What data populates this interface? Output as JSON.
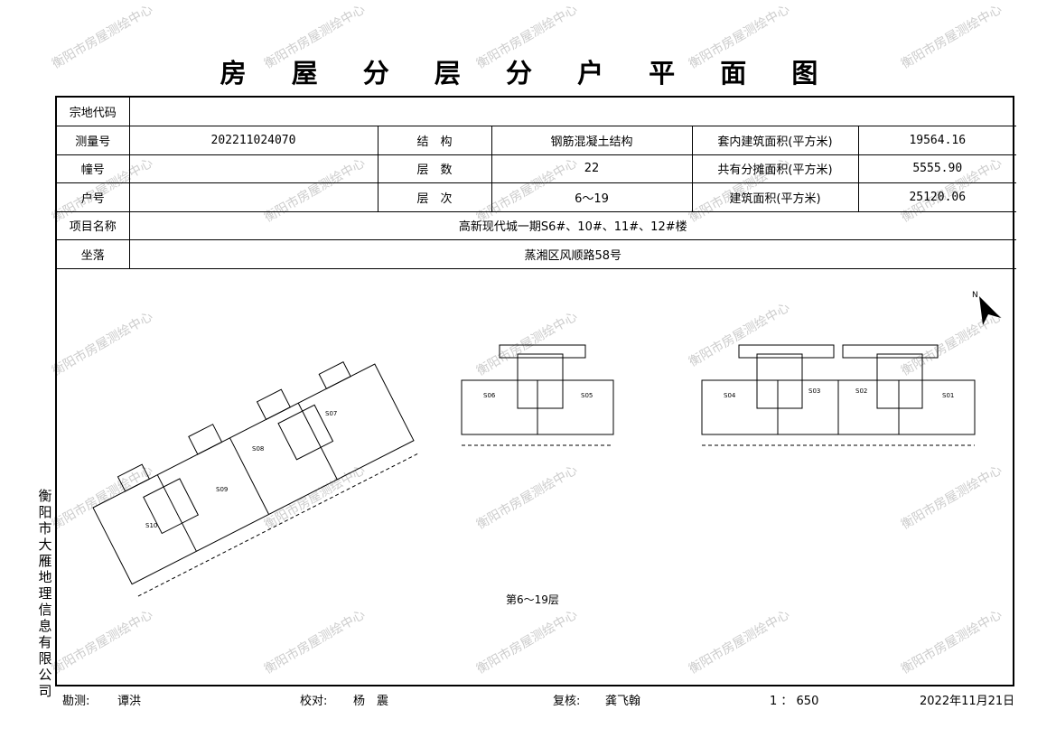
{
  "title": "房 屋 分 层 分 户 平 面 图",
  "watermark": "衡阳市房屋测绘中心",
  "side_text": "衡阳市大雁地理信息有限公司",
  "info": {
    "zongdi_label": "宗地代码",
    "zongdi_value": "",
    "survey_no_label": "测量号",
    "survey_no_value": "202211024070",
    "structure_label": "结　构",
    "structure_value": "钢筋混凝土结构",
    "inner_area_label": "套内建筑面积(平方米)",
    "inner_area_value": "19564.16",
    "building_no_label": "幢号",
    "building_no_value": "",
    "floors_label": "层　数",
    "floors_value": "22",
    "shared_area_label": "共有分摊面积(平方米)",
    "shared_area_value": "5555.90",
    "unit_no_label": "户号",
    "unit_no_value": "",
    "floor_range_label": "层　次",
    "floor_range_value": "6～19",
    "build_area_label": "建筑面积(平方米)",
    "build_area_value": "25120.06",
    "project_label": "项目名称",
    "project_value": "高新现代城一期S6#、10#、11#、12#楼",
    "location_label": "坐落",
    "location_value": "蒸湘区风顺路58号"
  },
  "plan": {
    "floor_label": "第6～19层",
    "units_left": [
      "S10",
      "S09",
      "S08",
      "S07"
    ],
    "units_mid": [
      "S06",
      "S05"
    ],
    "units_right": [
      "S04",
      "S03",
      "S02",
      "S01"
    ],
    "north_mark": "N"
  },
  "footer": {
    "surveyor_label": "勘测:",
    "surveyor_value": "谭洪",
    "checker_label": "校对:",
    "checker_value": "杨　震",
    "reviewer_label": "复核:",
    "reviewer_value": "龚飞翰",
    "scale": "1 ： 650",
    "date": "2022年11月21日"
  }
}
